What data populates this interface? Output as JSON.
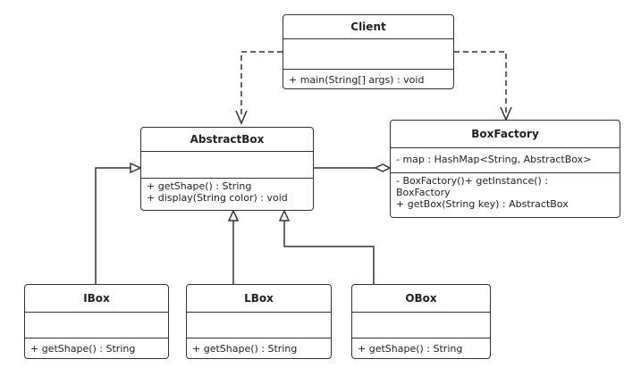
{
  "classes": {
    "client": {
      "name": "Client",
      "attributes": [],
      "methods": [
        "+ main(String[] args) : void"
      ]
    },
    "abstract_box": {
      "name": "AbstractBox",
      "attributes": [],
      "methods": [
        "+ getShape() : String",
        "+ display(String color) : void"
      ]
    },
    "box_factory": {
      "name": "BoxFactory",
      "attributes": [
        "- map : HashMap<String, AbstractBox>"
      ],
      "methods": [
        "- BoxFactory()+ getInstance() :",
        "BoxFactory",
        "+ getBox(String key) : AbstractBox"
      ]
    },
    "i_box": {
      "name": "IBox",
      "attributes": [],
      "methods": [
        "+ getShape() : String"
      ]
    },
    "l_box": {
      "name": "LBox",
      "attributes": [],
      "methods": [
        "+ getShape() : String"
      ]
    },
    "o_box": {
      "name": "OBox",
      "attributes": [],
      "methods": [
        "+ getShape() : String"
      ]
    }
  },
  "relations": [
    {
      "type": "dependency",
      "from": "Client",
      "to": "AbstractBox"
    },
    {
      "type": "dependency",
      "from": "Client",
      "to": "BoxFactory"
    },
    {
      "type": "aggregation",
      "whole": "BoxFactory",
      "part": "AbstractBox"
    },
    {
      "type": "generalization",
      "child": "IBox",
      "parent": "AbstractBox"
    },
    {
      "type": "generalization",
      "child": "LBox",
      "parent": "AbstractBox"
    },
    {
      "type": "generalization",
      "child": "OBox",
      "parent": "AbstractBox"
    }
  ]
}
